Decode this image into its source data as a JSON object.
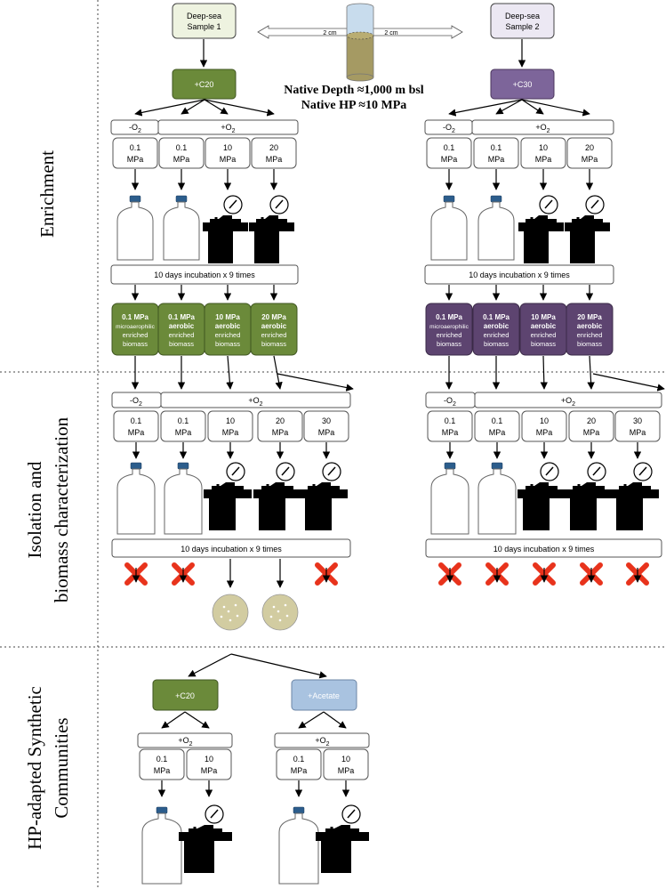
{
  "sections": {
    "enrichment": "Enrichment",
    "isolation_line1": "Isolation and",
    "isolation_line2": "biomass characterization",
    "synthetic_line1": "HP-adapted Synthetic",
    "synthetic_line2": "Communities"
  },
  "header": {
    "sample1": [
      "Deep-sea",
      "Sample 1"
    ],
    "sample2": [
      "Deep-sea",
      "Sample 2"
    ],
    "scale_left": "2 cm",
    "scale_right": "2 cm",
    "native_depth": "Native Depth ≈1,000 m bsl",
    "native_hp": "Native HP ≈10 MPa"
  },
  "substrates": {
    "left": "+C20",
    "right": "+C30",
    "syn_left": "+C20",
    "syn_right": "+Acetate"
  },
  "oxygen": {
    "minus_main": "-O",
    "plus_main": "+O",
    "sub": "2"
  },
  "pressures": {
    "p01": [
      "0.1",
      "MPa"
    ],
    "p10": [
      "10",
      "MPa"
    ],
    "p20": [
      "20",
      "MPa"
    ],
    "p30": [
      "30",
      "MPa"
    ]
  },
  "incubation": "10 days incubation x 9 times",
  "biomass_labels": [
    [
      "0.1 MPa",
      "microaerophilic",
      "enriched",
      "biomass"
    ],
    [
      "0.1 MPa",
      "aerobic",
      "enriched",
      "biomass"
    ],
    [
      "10 MPa",
      "aerobic",
      "enriched",
      "biomass"
    ],
    [
      "20 MPa",
      "aerobic",
      "enriched",
      "biomass"
    ]
  ],
  "colors": {
    "green": "#6b8a3a",
    "purple": "#5d4470",
    "purple_light": "#7d659a",
    "sample1_fill": "#eef3e0",
    "sample2_fill": "#ece8f3",
    "acetate": "#a9c3e0",
    "cap_blue": "#2c5d8c",
    "plate": "#d2cca1",
    "cross_red": "#e8331c",
    "column_liquid": "#a59a63",
    "column_water": "#c8dced"
  },
  "icons": [
    "deep-sea-sample-box",
    "sediment-column-icon",
    "bottle-icon",
    "pressure-vessel-icon",
    "pressure-gauge-icon",
    "no-growth-cross-icon",
    "agar-plate-icon"
  ]
}
